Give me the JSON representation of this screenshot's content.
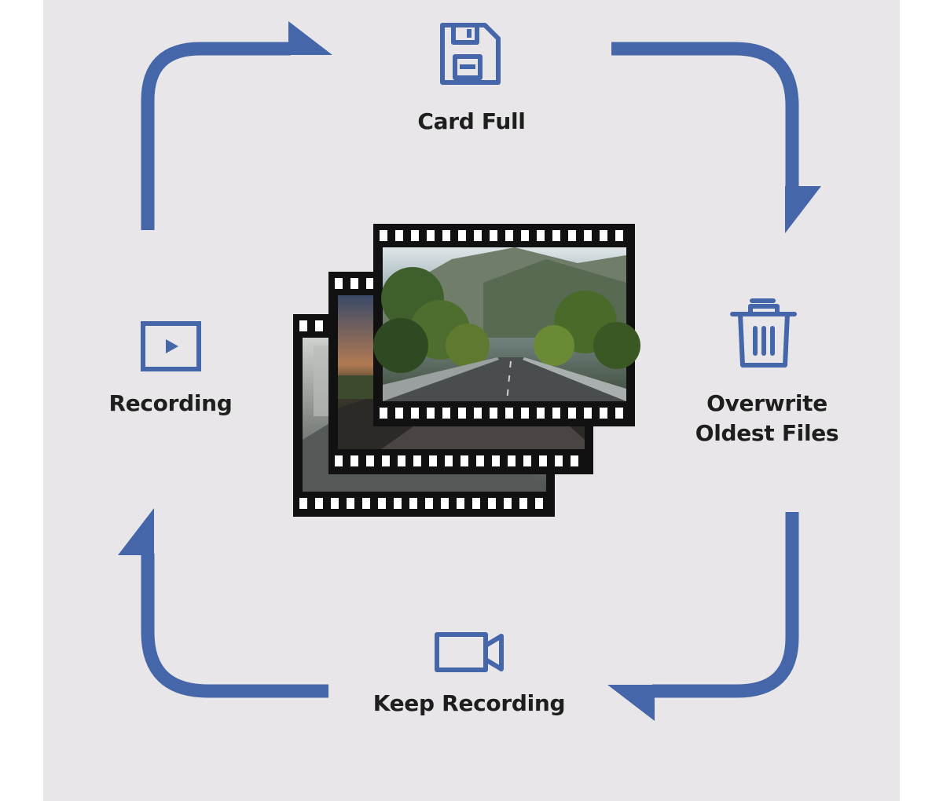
{
  "diagram": {
    "title": "",
    "colors": {
      "background": "#e8e6e8",
      "accent": "#4566a8",
      "text": "#1e1e1e",
      "film": "#111111"
    },
    "steps": [
      {
        "id": "card-full",
        "label": "Card Full",
        "icon": "floppy-disk-icon"
      },
      {
        "id": "overwrite",
        "label_lines": [
          "Overwrite",
          "Oldest Files"
        ],
        "icon": "trash-can-icon"
      },
      {
        "id": "keep-recording",
        "label": "Keep Recording",
        "icon": "video-camera-icon"
      },
      {
        "id": "recording",
        "label": "Recording",
        "icon": "play-window-icon"
      }
    ],
    "center_graphic": "stacked-film-frames-road-photos",
    "flow": "clockwise loop"
  }
}
